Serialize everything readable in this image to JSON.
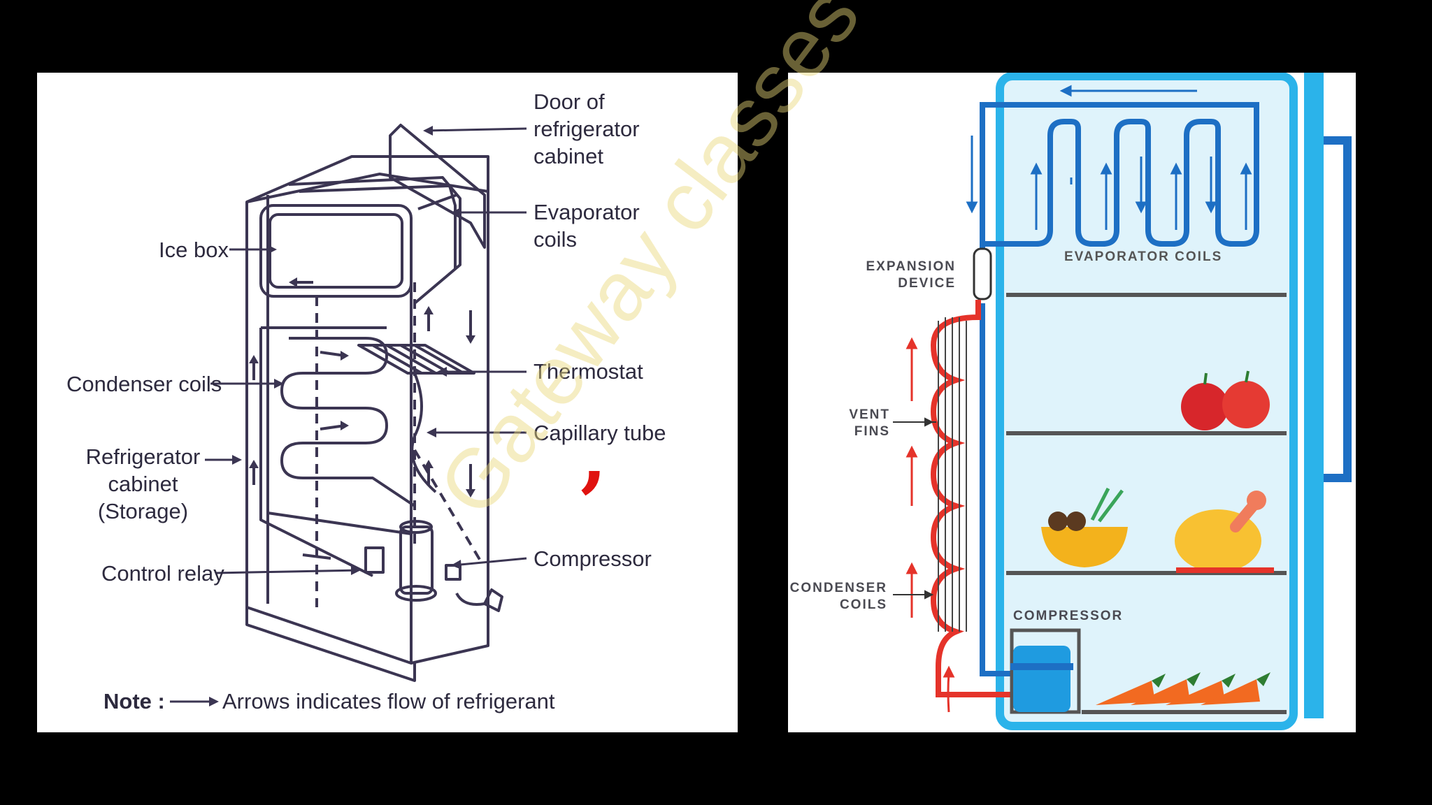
{
  "left_diagram": {
    "labels": {
      "door": "Door of\nrefrigerator\ncabinet",
      "evaporator": "Evaporator\ncoils",
      "ice_box": "Ice box",
      "condenser": "Condenser coils",
      "thermostat": "Thermostat",
      "capillary": "Capillary tube",
      "cabinet": "Refrigerator\ncabinet (Storage)",
      "compressor": "Compressor",
      "control_relay": "Control relay"
    },
    "note_label": "Note :",
    "note_text": "Arrows indicates flow of refrigerant",
    "line_color": "#3b3552"
  },
  "right_diagram": {
    "labels": {
      "evaporator": "EVAPORATOR COILS",
      "expansion": "EXPANSION\nDEVICE",
      "vent_fins": "VENT\nFINS",
      "condenser": "CONDENSER\nCOILS",
      "compressor": "COMPRESSOR"
    },
    "colors": {
      "cabinet_border": "#2bb3ea",
      "cabinet_fill": "#dff3fb",
      "cold_pipe": "#1d6fc4",
      "hot_pipe": "#e5332a"
    }
  },
  "watermark": "Gateway classes",
  "overlay_mark": ","
}
